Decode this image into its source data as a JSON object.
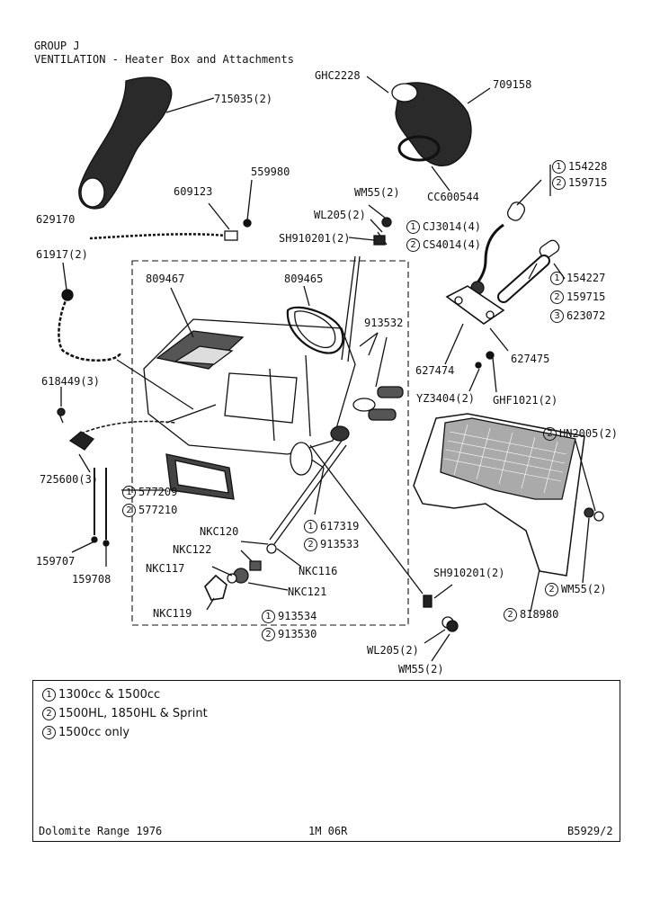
{
  "header": {
    "group": "GROUP J",
    "title": "VENTILATION - Heater Box and Attachments"
  },
  "parts": {
    "p715035": "715035(2)",
    "p709158": "709158",
    "ghc2228": "GHC2228",
    "cc600544": "CC600544",
    "p559980": "559980",
    "p609123": "609123",
    "p629170": "629170",
    "p61917": "61917(2)",
    "p809467": "809467",
    "p809465": "809465",
    "wm55_top": "WM55(2)",
    "wl205_top": "WL205(2)",
    "sh910201_top": "SH910201(2)",
    "cj3014": "CJ3014(4)",
    "cs4014": "CS4014(4)",
    "p154228": "154228",
    "p159715_a": "159715",
    "p154227": "154227",
    "p159715_b": "159715",
    "p623072": "623072",
    "p913532": "913532",
    "p627474": "627474",
    "p627475": "627475",
    "yz3404": "YZ3404(2)",
    "ghf1021": "GHF1021(2)",
    "p618449": "618449(3)",
    "p725600": "725600(3)",
    "p577209": "577209",
    "p577210": "577210",
    "p617319": "617319",
    "p913533": "913533",
    "hn2005": "HN2005(2)",
    "wm55_right": "WM55(2)",
    "p818980": "818980",
    "p159707": "159707",
    "p159708": "159708",
    "nkc120": "NKC120",
    "nkc122": "NKC122",
    "nkc117": "NKC117",
    "nkc116": "NKC116",
    "nkc121": "NKC121",
    "nkc119": "NKC119",
    "p913534": "913534",
    "p913530": "913530",
    "sh910201_low": "SH910201(2)",
    "wl205_low": "WL205(2)",
    "wm55_low": "WM55(2)"
  },
  "markers": {
    "one": "1",
    "two": "2",
    "three": "3"
  },
  "legend": [
    {
      "num": "1",
      "text": "1300cc & 1500cc"
    },
    {
      "num": "2",
      "text": "1500HL, 1850HL & Sprint"
    },
    {
      "num": "3",
      "text": "1500cc only"
    }
  ],
  "footer": {
    "range": "Dolomite Range 1976",
    "code": "1M 06R",
    "ref": "B5929/2"
  }
}
